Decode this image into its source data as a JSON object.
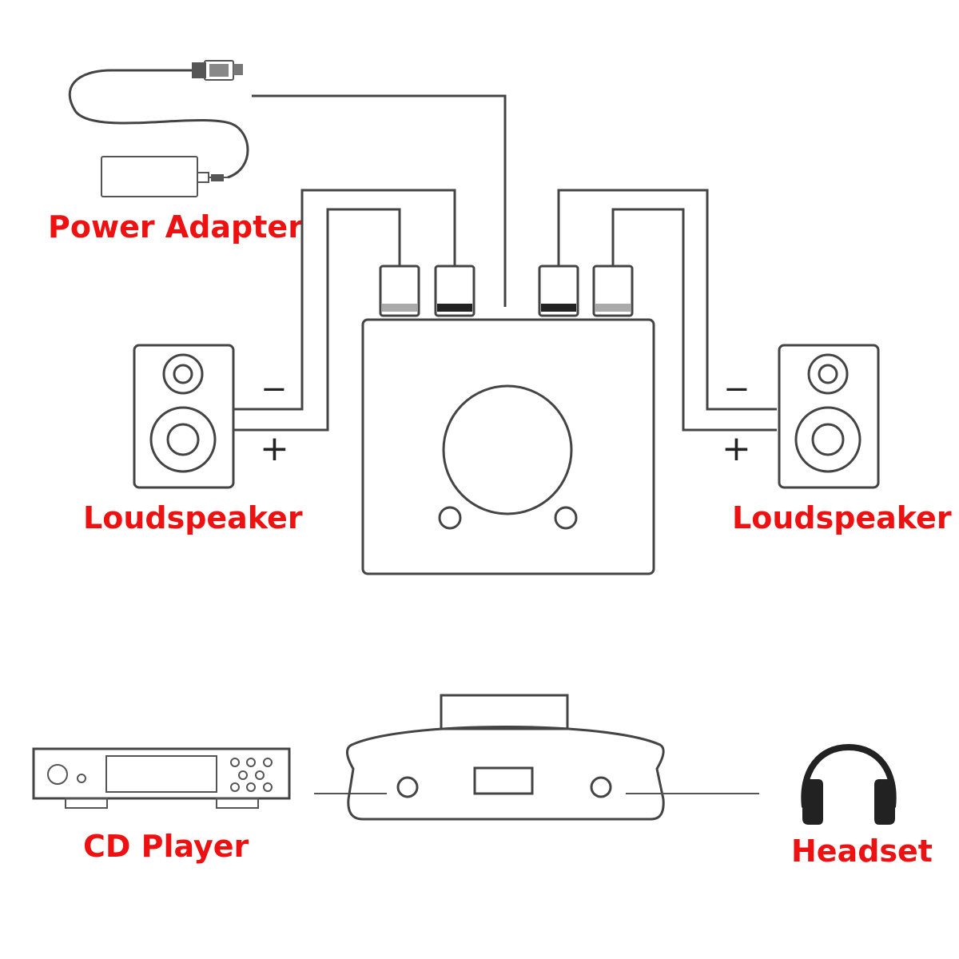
{
  "labels": {
    "power_adapter": "Power Adapter",
    "loudspeaker_left": "Loudspeaker",
    "loudspeaker_right": "Loudspeaker",
    "cd_player": "CD Player",
    "headset": "Headset"
  },
  "polarity": {
    "left_minus": "−",
    "left_plus": "+",
    "right_minus": "−",
    "right_plus": "+"
  },
  "colors": {
    "label": "#ee1111",
    "line": "#444444",
    "dark_band": "#222222",
    "light_band": "#aaaaaa"
  }
}
